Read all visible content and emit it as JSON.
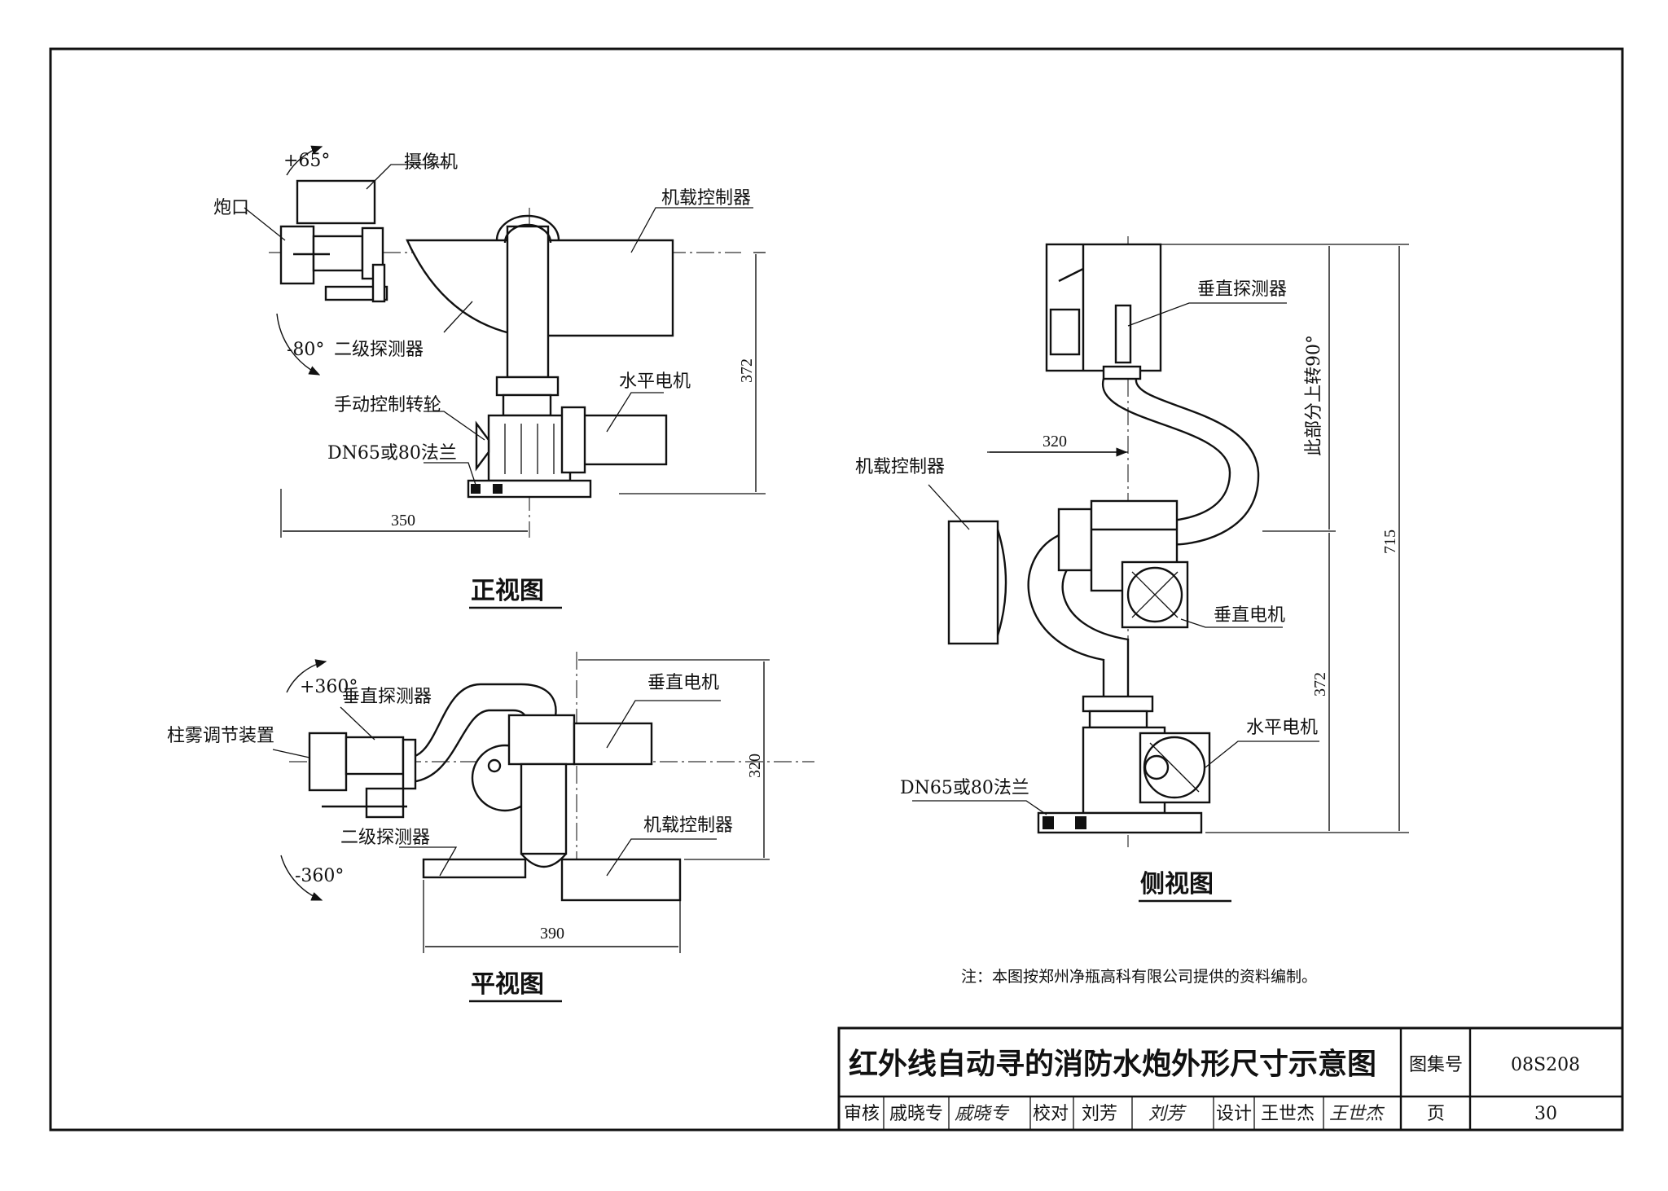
{
  "front_view": {
    "caption": "正视图",
    "labels": {
      "camera": "摄像机",
      "nozzle": "炮口",
      "controller": "机载控制器",
      "secondary_detector": "二级探测器",
      "handwheel": "手动控制转轮",
      "horizontal_motor": "水平电机",
      "flange": "DN65或80法兰"
    },
    "angles": {
      "up": "+65°",
      "down": "-80°"
    },
    "dims": {
      "width": "350",
      "height": "372"
    }
  },
  "plan_view": {
    "caption": "平视图",
    "labels": {
      "vertical_detector": "垂直探测器",
      "spray_adjuster": "柱雾调节装置",
      "vertical_motor": "垂直电机",
      "secondary_detector": "二级探测器",
      "controller": "机载控制器"
    },
    "angles": {
      "plus": "+360°",
      "minus": "-360°"
    },
    "dims": {
      "width": "390",
      "height": "320"
    }
  },
  "side_view": {
    "caption": "侧视图",
    "labels": {
      "vertical_detector": "垂直探测器",
      "controller": "机载控制器",
      "vertical_motor": "垂直电机",
      "horizontal_motor": "水平电机",
      "flange": "DN65或80法兰",
      "rotation_note": "此部分上转90°"
    },
    "dims": {
      "offset": "320",
      "total": "715",
      "lower": "372"
    }
  },
  "note": "注：本图按郑州净瓶高科有限公司提供的资料编制。",
  "title_block": {
    "title": "红外线自动寻的消防水炮外形尺寸示意图",
    "atlas_label": "图集号",
    "atlas_no": "08S208",
    "review_label": "审核",
    "reviewer": "戚晓专",
    "reviewer_sig": "戚晓专",
    "check_label": "校对",
    "checker": "刘芳",
    "checker_sig": "刘芳",
    "design_label": "设计",
    "designer": "王世杰",
    "designer_sig": "王世杰",
    "page_label": "页",
    "page_no": "30"
  }
}
